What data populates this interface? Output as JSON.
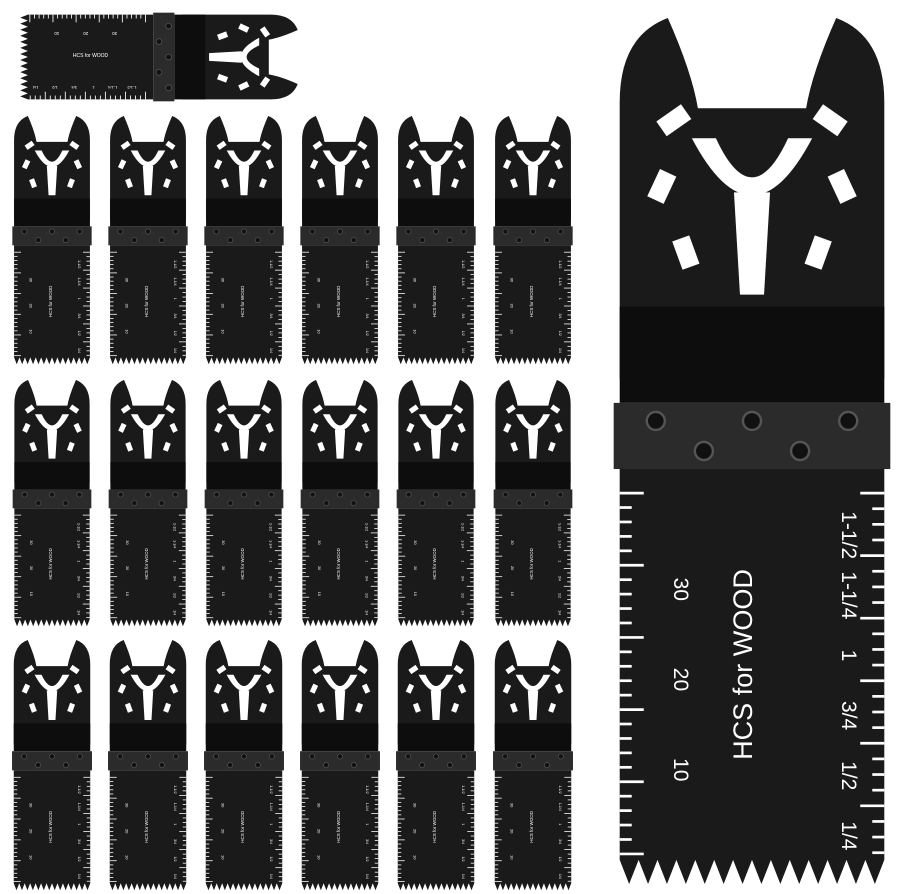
{
  "product": {
    "blade_label": "HCS for WOOD",
    "inch_marks": [
      "1/4",
      "1/2",
      "3/4",
      "1",
      "1-1/4",
      "1-1/2"
    ],
    "mm_marks": [
      "10",
      "20",
      "30"
    ],
    "colors": {
      "background": "#ffffff",
      "blade_body": "#1a1a1a",
      "blade_plate": "#2b2b2b",
      "hole": "#ffffff",
      "marking": "#ffffff"
    }
  }
}
